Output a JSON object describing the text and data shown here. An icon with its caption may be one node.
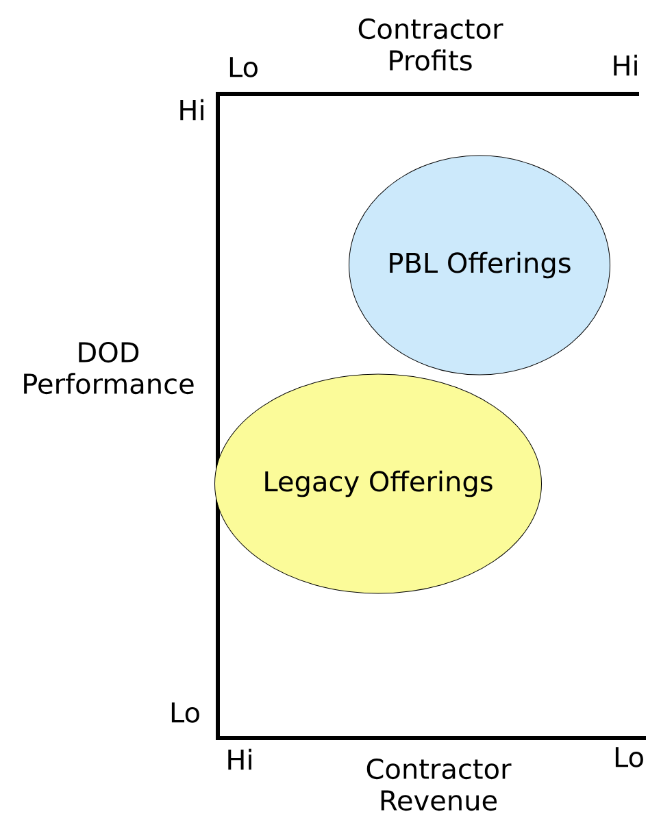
{
  "diagram": {
    "nodes": [
      {
        "text": [
          "PBL Offerings"
        ]
      },
      {
        "text": [
          "Legacy Offerings"
        ]
      }
    ],
    "labels": [
      "Contractor Profits",
      "Lo",
      "Hi",
      "Hi",
      "DOD Performance",
      "Lo",
      "Hi",
      "Contractor Revenue",
      "Lo"
    ]
  }
}
